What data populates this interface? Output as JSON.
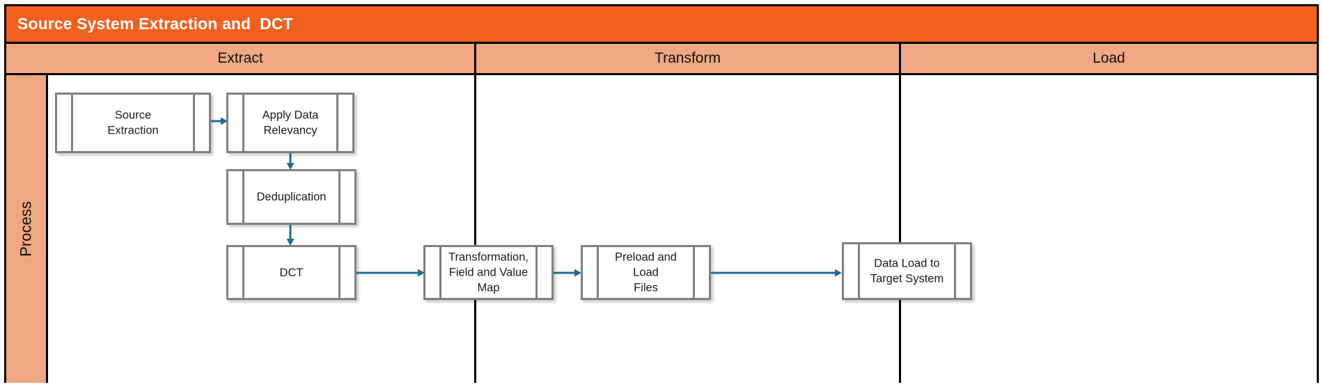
{
  "title": {
    "text": "Source System Extraction and  DCT"
  },
  "colors": {
    "title_bar": "#F1601F",
    "phase_band": "#EFA881",
    "lane_label": "#EFA881",
    "node_border": "#808080",
    "connector": "#1F6C96",
    "frame_border": "#000000",
    "node_fill": "#FFFFFF"
  },
  "phases": [
    {
      "label": "Extract"
    },
    {
      "label": "Transform"
    },
    {
      "label": "Load"
    }
  ],
  "lane": {
    "label": "Process"
  },
  "nodes": [
    {
      "id": "source-extraction",
      "label": "Source\nExtraction",
      "phase": "Extract"
    },
    {
      "id": "apply-data-relevancy",
      "label": "Apply Data\nRelevancy",
      "phase": "Extract"
    },
    {
      "id": "deduplication",
      "label": "Deduplication",
      "phase": "Extract"
    },
    {
      "id": "dct",
      "label": "DCT",
      "phase": "Extract"
    },
    {
      "id": "transformation-map",
      "label": "Transformation,\nField and Value\nMap",
      "phase": "Transform"
    },
    {
      "id": "preload-load-files",
      "label": "Preload and Load\nFiles",
      "phase": "Transform"
    },
    {
      "id": "data-load-target",
      "label": "Data Load to\nTarget System",
      "phase": "Load"
    }
  ],
  "connectors": [
    {
      "from": "source-extraction",
      "to": "apply-data-relevancy",
      "direction": "right"
    },
    {
      "from": "apply-data-relevancy",
      "to": "deduplication",
      "direction": "down"
    },
    {
      "from": "deduplication",
      "to": "dct",
      "direction": "down"
    },
    {
      "from": "dct",
      "to": "transformation-map",
      "direction": "right"
    },
    {
      "from": "transformation-map",
      "to": "preload-load-files",
      "direction": "right"
    },
    {
      "from": "preload-load-files",
      "to": "data-load-target",
      "direction": "right"
    }
  ]
}
